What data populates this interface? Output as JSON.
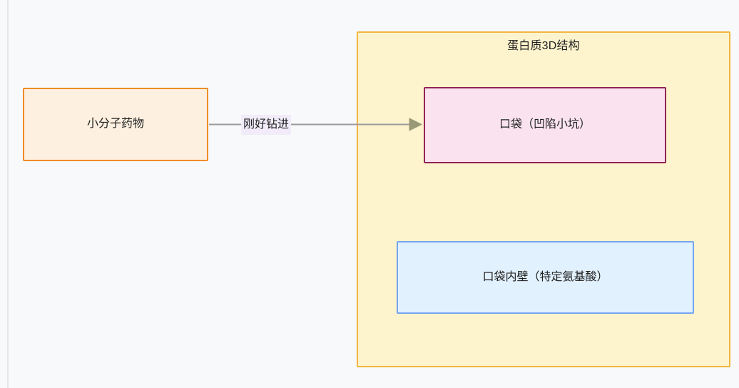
{
  "diagram": {
    "type": "flowchart",
    "background_color": "#f8f9fb",
    "nodes": [
      {
        "id": "drug",
        "label": "小分子药物",
        "border_color": "#ef8c26",
        "fill_color": "#fdf0e0"
      },
      {
        "id": "pocket",
        "label": "口袋（凹陷小坑）",
        "border_color": "#912355",
        "fill_color": "#fae3ef"
      },
      {
        "id": "wall",
        "label": "口袋内壁（特定氨基酸）",
        "border_color": "#76a5f0",
        "fill_color": "#e2f1fe"
      }
    ],
    "subgraph": {
      "id": "protein",
      "title": "蛋白质3D结构",
      "border_color": "#f5b43f",
      "fill_color": "#fdf3cd"
    },
    "edges": [
      {
        "id": "drug-to-pocket",
        "from": "drug",
        "to": "pocket",
        "label": "刚好钻进",
        "label_background": "#f1ebfa",
        "line_color": "#9c9c9c",
        "arrowhead_color": "#999977",
        "arrowhead": "triangle-right"
      }
    ]
  }
}
